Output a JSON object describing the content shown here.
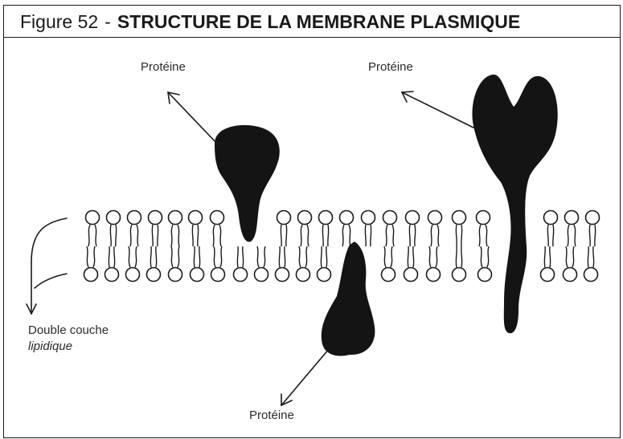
{
  "figure": {
    "number_label": "Figure 52",
    "separator": "-",
    "title": "STRUCTURE DE LA MEMBRANE PLASMIQUE"
  },
  "labels": {
    "protein_left": "Protéine",
    "protein_right": "Protéine",
    "protein_bottom": "Protéine",
    "bilayer_line1": "Double couche",
    "bilayer_line2": "lipidique"
  },
  "colors": {
    "ink": "#1a1a1a",
    "protein_fill": "#141414",
    "background": "#ffffff"
  }
}
